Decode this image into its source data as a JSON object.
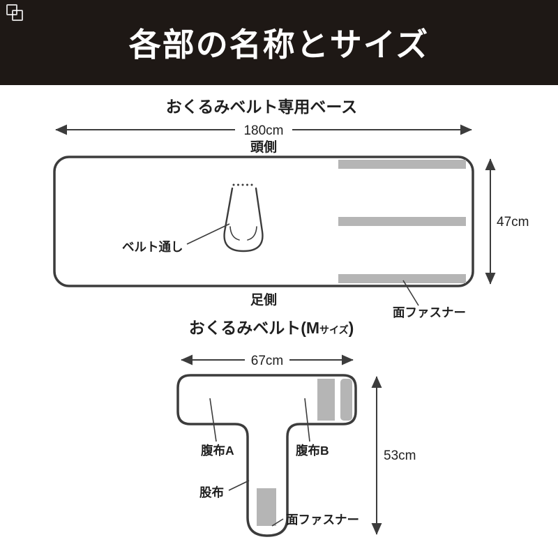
{
  "header": {
    "title": "各部の名称とサイズ"
  },
  "base": {
    "title": "おくるみベルト専用ベース",
    "width": "180cm",
    "head_side": "頭側",
    "foot_side": "足側",
    "height": "47cm",
    "belt_loop": "ベルト通し",
    "velcro": "面ファスナー"
  },
  "belt": {
    "title_pre": "おくるみベルト(M",
    "title_small": "サイズ",
    "title_post": ")",
    "width": "67cm",
    "height": "53cm",
    "cloth_a": "腹布A",
    "cloth_b": "腹布B",
    "crotch": "股布",
    "velcro": "面ファスナー"
  },
  "colors": {
    "header_bg": "#1e1815",
    "line": "#3c3c3c",
    "velcro": "#b5b5b5"
  }
}
